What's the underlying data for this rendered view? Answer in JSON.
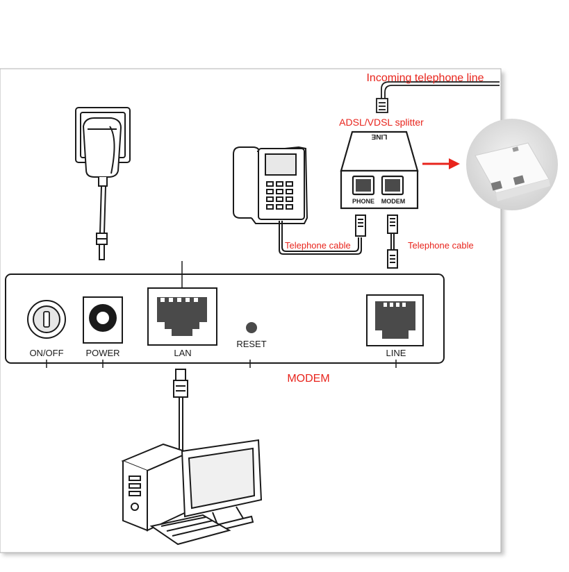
{
  "labels": {
    "incoming_line": "Incoming telephone line",
    "splitter": "ADSL/VDSL splitter",
    "splitter_line_port": "LINE",
    "splitter_phone_port": "PHONE",
    "splitter_modem_port": "MODEM",
    "tel_cable_left": "Telephone cable",
    "tel_cable_right": "Telephone cable",
    "modem_title": "MODEM"
  },
  "modem_ports": {
    "onoff": "ON/OFF",
    "power": "POWER",
    "lan": "LAN",
    "reset": "RESET",
    "line": "LINE"
  },
  "colors": {
    "annotation": "#e8241c",
    "line_art": "#1a1a1a",
    "panel_border": "#b0b0b0",
    "port_fill": "#4a4a4a"
  }
}
